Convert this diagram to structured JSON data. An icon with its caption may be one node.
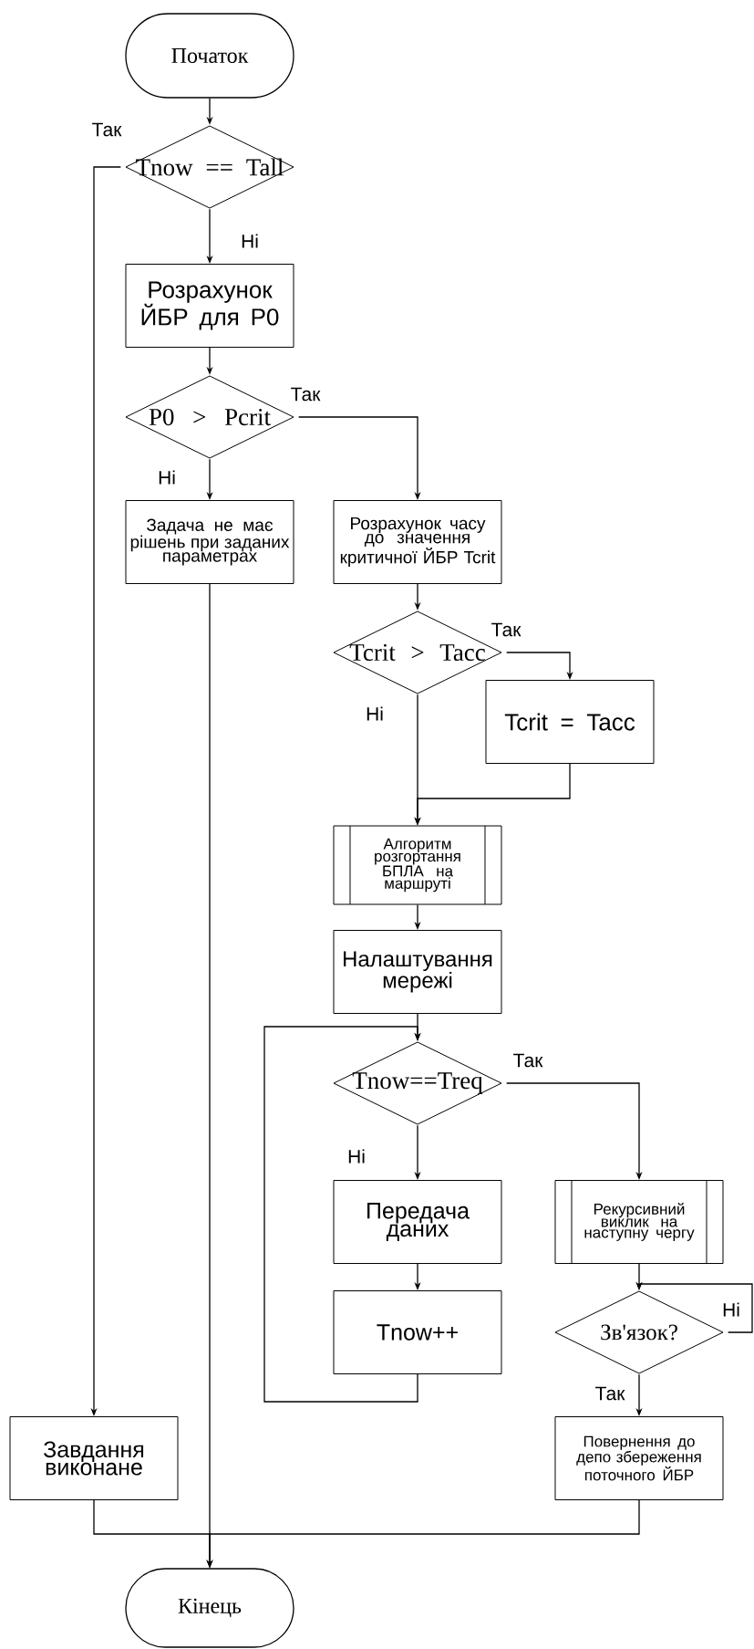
{
  "diagram": {
    "nodes": [
      {
        "text": [
          "Початок"
        ]
      },
      {
        "text": [
          "Tnow == Tall"
        ]
      },
      {
        "text": [
          "Розрахунок ЙБР для Р0"
        ]
      },
      {
        "text": [
          "P0 > Pcrit"
        ]
      },
      {
        "text": [
          "Задача не має рішень при заданих параметрах"
        ]
      },
      {
        "text": [
          "Розрахунок часу до значення критичної ЙБР Tcrit"
        ]
      },
      {
        "text": [
          "Tcrit > Tacc"
        ]
      },
      {
        "text": [
          "Tcrit = Tacc"
        ]
      },
      {
        "text": [
          "Алгоритм розгортання БПЛА на маршруті"
        ]
      },
      {
        "text": [
          "Налаштування мережі"
        ]
      },
      {
        "text": [
          "Tnow==Treq"
        ]
      },
      {
        "text": [
          "Передача даних"
        ]
      },
      {
        "text": [
          "Tnow++"
        ]
      },
      {
        "text": [
          "Рекурсивний виклик на наступну чергу"
        ]
      },
      {
        "text": [
          "Зв'язок?"
        ]
      },
      {
        "text": [
          "Завдання виконане"
        ]
      },
      {
        "text": [
          "Повернення до депо збереження поточного ЙБР"
        ]
      },
      {
        "text": [
          "Кінець"
        ]
      }
    ],
    "edges": [
      {
        "from": 0,
        "to": 1,
        "arrow": "to"
      },
      {
        "from": 1,
        "to": 15,
        "arrow": "to",
        "label": "Так"
      },
      {
        "from": 1,
        "to": 2,
        "arrow": "to",
        "label": "Ні"
      },
      {
        "from": 2,
        "to": 3,
        "arrow": "to"
      },
      {
        "from": 3,
        "to": 4,
        "arrow": "to",
        "label": "Ні"
      },
      {
        "from": 3,
        "to": 5,
        "arrow": "to",
        "label": "Так"
      },
      {
        "from": 4,
        "to": 17,
        "arrow": "to"
      },
      {
        "from": 5,
        "to": 6,
        "arrow": "to"
      },
      {
        "from": 6,
        "to": 7,
        "arrow": "to",
        "label": "Так"
      },
      {
        "from": 6,
        "to": 8,
        "arrow": "to",
        "label": "Ні"
      },
      {
        "from": 7,
        "to": 8,
        "arrow": "to"
      },
      {
        "from": 8,
        "to": 9,
        "arrow": "to"
      },
      {
        "from": 9,
        "to": 10,
        "arrow": "to"
      },
      {
        "from": 10,
        "to": 11,
        "arrow": "to",
        "label": "Ні"
      },
      {
        "from": 10,
        "to": 13,
        "arrow": "to",
        "label": "Так"
      },
      {
        "from": 11,
        "to": 12,
        "arrow": "to"
      },
      {
        "from": 12,
        "to": 10,
        "arrow": "to"
      },
      {
        "from": 13,
        "to": 14,
        "arrow": "to"
      },
      {
        "from": 14,
        "to": 14,
        "arrow": "to",
        "label": "Ні"
      },
      {
        "from": 14,
        "to": 16,
        "arrow": "to",
        "label": "Так"
      },
      {
        "from": 15,
        "to": 17,
        "arrow": "to"
      },
      {
        "from": 16,
        "to": 17,
        "arrow": "to"
      }
    ]
  }
}
